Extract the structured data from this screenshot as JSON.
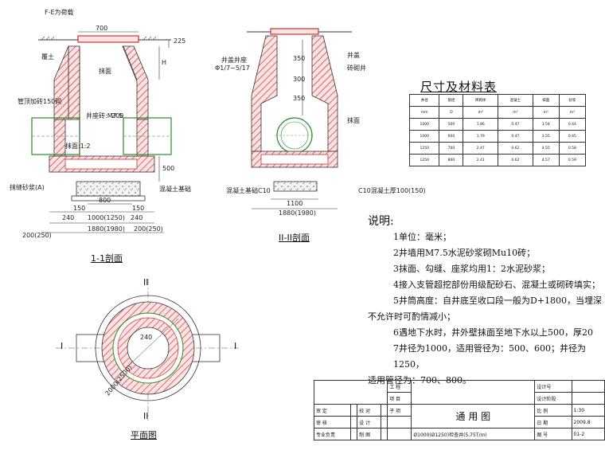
{
  "section_1": {
    "caption": "1-1剖面",
    "labels": {
      "top_label": "F-E为荷载",
      "road_label": "覆土",
      "dim_700": "700",
      "dim_225": "225",
      "dim_h": "H",
      "dim_200": "200",
      "dim_500": "500",
      "inner_label": "抹面",
      "left_a": "管顶加砖150砌",
      "left_b": "井座砖:M7.5",
      "left_c": "抹缝砂浆(A)",
      "mid_a": "抹面:1:2",
      "right_a": "混凝土基础",
      "dim_800": "800",
      "dim_150a": "150",
      "dim_150b": "150",
      "dim_240a": "240",
      "dim_240b": "240",
      "dim_inner": "1000(1250)",
      "dim_total": "1880(1980)",
      "dim_left": "200(250)",
      "dim_right": "200(250)"
    }
  },
  "section_2": {
    "caption": "II-II剖面",
    "labels": {
      "left_a": "井盖井座",
      "left_b": "Φ1/7~5/17",
      "dim_350": "350",
      "dim_300": "300",
      "dim_350b": "350",
      "right_a": "井盖",
      "right_b": "砖砌井",
      "right_c": "抹面",
      "left_base": "混凝土基础C10",
      "right_base": "C10混凝土厚100(150)",
      "dim_1100": "1100",
      "dim_1880": "1880(1980)"
    }
  },
  "plan": {
    "caption": "平面图",
    "mark_i_left": "I",
    "mark_i_right": "I",
    "mark_ii_top": "II",
    "mark_ii_bottom": "II",
    "dim_a": "2000(2500)",
    "dim_b": "240"
  },
  "material_table": {
    "title": "尺寸及材料表",
    "header1": [
      "井径",
      "管径",
      "砖砌体",
      "混凝土",
      "抹面",
      "砂浆"
    ],
    "header2": [
      "mm",
      "D",
      "m³",
      "m³",
      "m²",
      "m³"
    ],
    "rows": [
      [
        "1000",
        "500",
        "1.86",
        "0.47",
        "3.54",
        "0.44"
      ],
      [
        "1000",
        "600",
        "1.79",
        "0.47",
        "3.55",
        "0.45"
      ],
      [
        "1250",
        "700",
        "2.47",
        "0.62",
        "4.55",
        "0.58"
      ],
      [
        "1250",
        "800",
        "2.41",
        "0.62",
        "4.57",
        "0.59"
      ]
    ]
  },
  "notes": {
    "heading": "说明:",
    "lines": [
      "1单位：毫米；",
      "2井墙用M7.5水泥砂浆砌Mu10砖；",
      "3抹面、勾缝、座浆均用1：2水泥砂浆；",
      "4接入支管超挖部份用级配砂石、混凝土或砌砖填实；",
      "5井筒高度：自井底至收口段一般为D+1800，当埋深",
      "不允许时可酌情减小；",
      "6遇地下水时，井外壁抹面至地下水以上500，厚20",
      "7井径为1000，适用管径为：500、600；井径为1250，",
      "适用管径为：700、800。"
    ]
  },
  "title_block": {
    "c1": "审 定",
    "c2": "校 对",
    "c3": "审 核",
    "c4": "设 计",
    "c5": "专业负责",
    "c6": "制 图",
    "mid1": "工 程",
    "mid2": "项 目",
    "mid3": "子 项",
    "title": "通 用 图",
    "subtitle": "Ø1000(Ø1250)检查井(5.75T/m)",
    "k1": "设计号",
    "k2": "设计阶段",
    "k3": "比 例",
    "v3": "1:30",
    "k4": "日 期",
    "v4": "2009.8",
    "k5": "图 号",
    "v5": "01-2"
  }
}
